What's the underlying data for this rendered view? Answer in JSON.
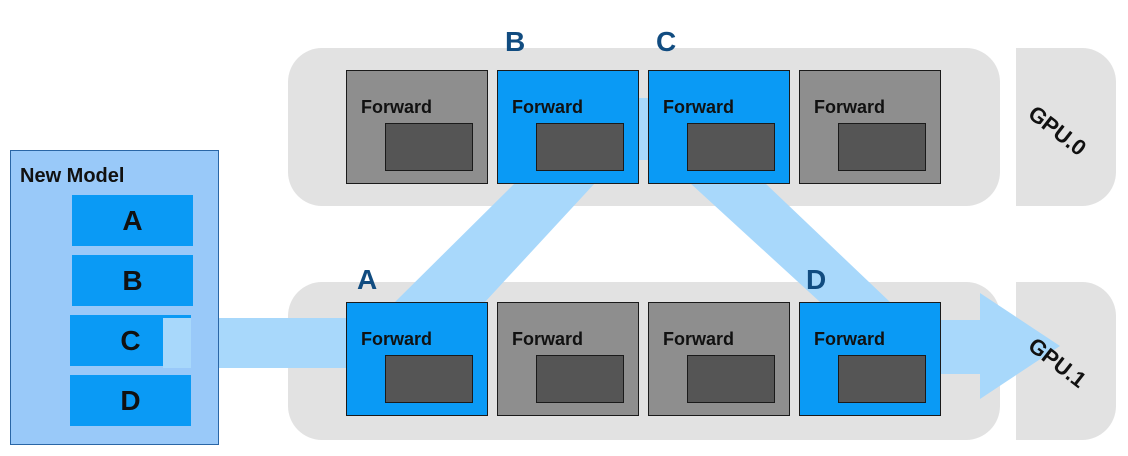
{
  "gpus": [
    {
      "label": "GPU.0"
    },
    {
      "label": "GPU.1"
    }
  ],
  "block_label": "Forward",
  "row0_tags": {
    "b": "B",
    "c": "C"
  },
  "row1_tags": {
    "a": "A",
    "d": "D"
  },
  "new_model": {
    "title": "New Model",
    "items": [
      "A",
      "B",
      "C",
      "D"
    ]
  },
  "colors": {
    "active_block": "#0a9af5",
    "inactive_block": "#8e8e8e",
    "inner_block": "#555555",
    "flow_arrow": "#a8d8fb",
    "gpu_panel": "#e2e2e2",
    "tag_text": "#114c80",
    "model_panel": "#99c9f9"
  }
}
